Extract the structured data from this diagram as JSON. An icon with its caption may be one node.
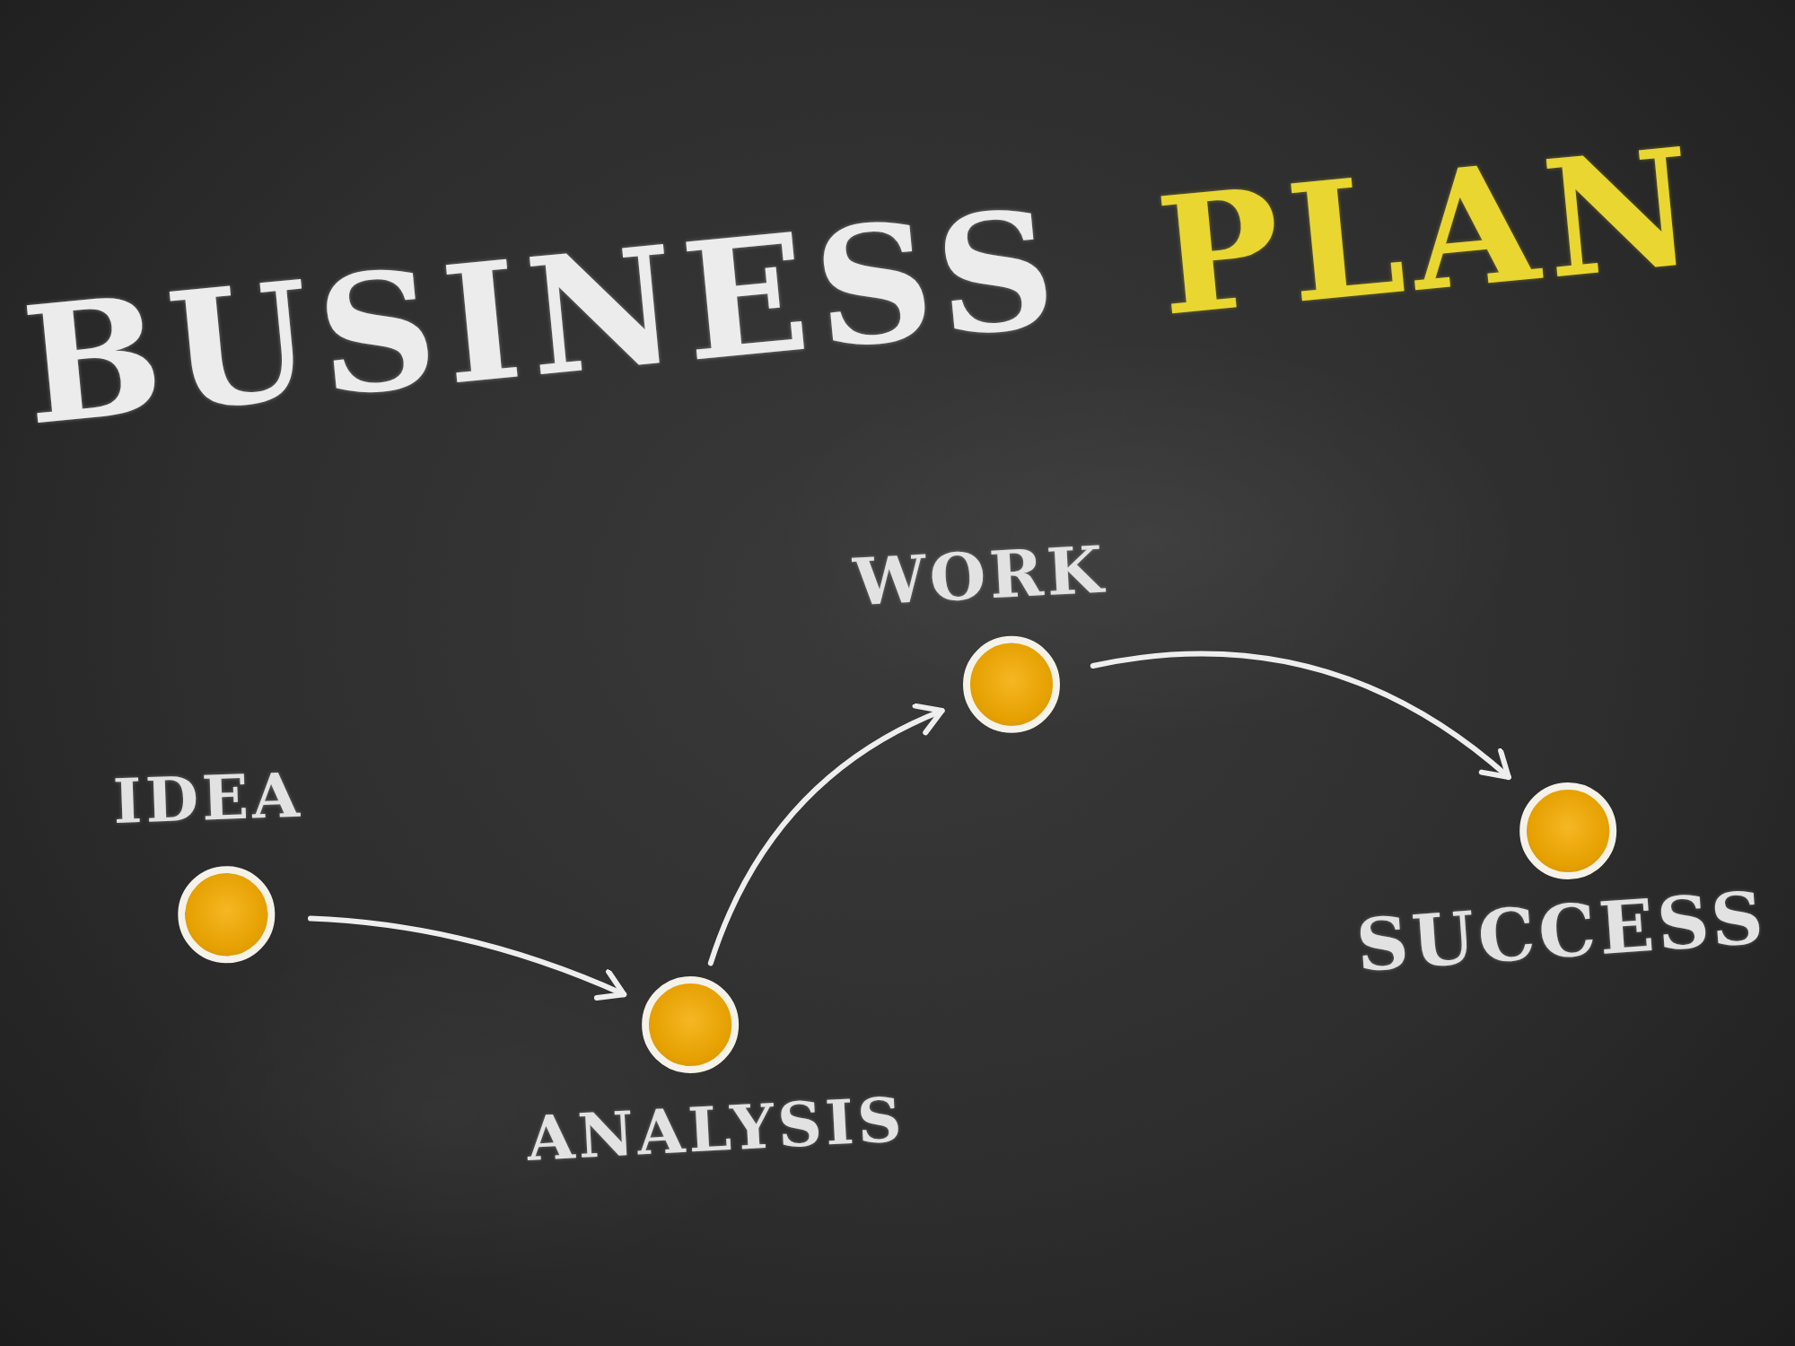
{
  "diagram": {
    "title": "BUSINESS PLAN",
    "nodes": [
      {
        "text": [
          "IDEA"
        ]
      },
      {
        "text": [
          "ANALYSIS"
        ]
      },
      {
        "text": [
          "WORK"
        ]
      },
      {
        "text": [
          "SUCCESS"
        ]
      }
    ],
    "edges": [
      {
        "from": 0,
        "to": 1,
        "arrow": "to"
      },
      {
        "from": 1,
        "to": 2,
        "arrow": "to"
      },
      {
        "from": 2,
        "to": 3,
        "arrow": "to"
      }
    ]
  }
}
